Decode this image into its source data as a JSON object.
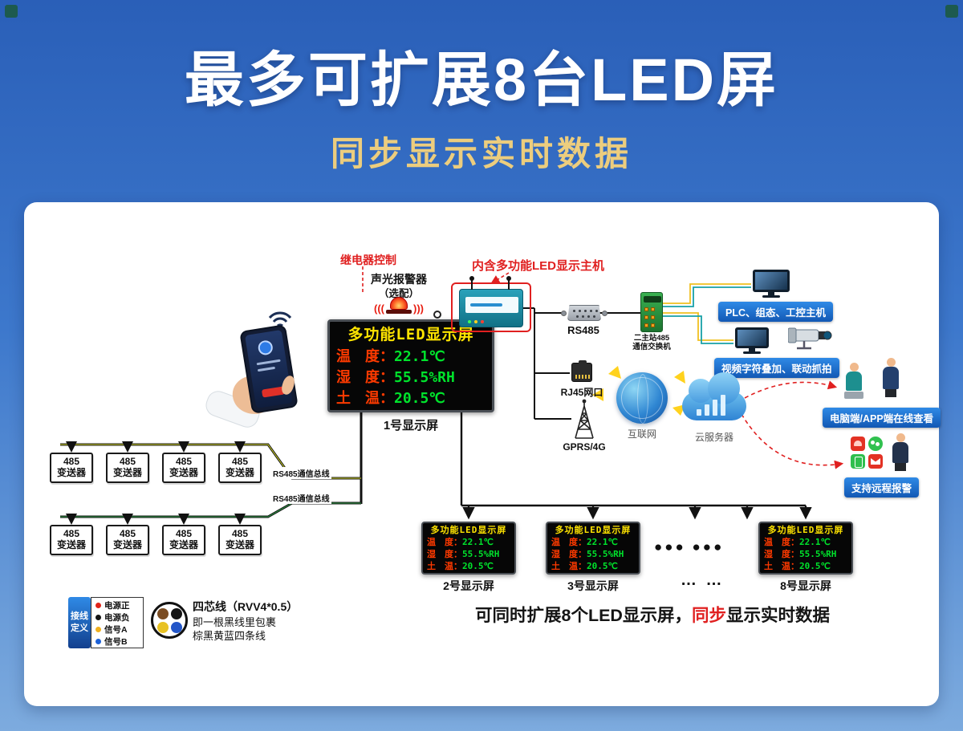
{
  "page": {
    "title": "最多可扩展8台LED屏",
    "subtitle": "同步显示实时数据",
    "accent_blue": "#1a6fd4",
    "accent_red": "#e02020",
    "led_green": "#00e32c",
    "led_red": "#ff3a00",
    "led_yellow": "#ffe400"
  },
  "led": {
    "title": "多功能LED显示屏",
    "rows": [
      {
        "label": "温　度：",
        "value": "22.1℃"
      },
      {
        "label": "湿　度：",
        "value": "55.5%RH"
      },
      {
        "label": "土　温：",
        "value": "20.5℃"
      }
    ]
  },
  "screens": {
    "s1": "1号显示屏",
    "s2": "2号显示屏",
    "s3": "3号显示屏",
    "s8": "8号显示屏",
    "dots_large": "●●●  ●●●",
    "dots_small": "… …"
  },
  "annotations": {
    "relay": "继电器控制",
    "alarm_line1": "声光报警器",
    "alarm_line2": "（选配）",
    "spark_l": "(((",
    "spark_r": ")))",
    "host": "内含多功能LED显示主机"
  },
  "network": {
    "rs485": "RS485",
    "rj45": "RJ45网口",
    "gprs": "GPRS/4G",
    "internet": "互联网",
    "cloud": "云服务器",
    "switch_line1": "二主站485",
    "switch_line2": "通信交换机"
  },
  "features": {
    "plc": "PLC、组态、工控主机",
    "video": "视频字符叠加、联动抓拍",
    "online": "电脑端/APP端在线查看",
    "remote": "支持远程报警"
  },
  "bus": {
    "transmitter_line1": "485",
    "transmitter_line2": "变送器",
    "bus_label1": "RS485通信总线",
    "bus_label2": "RS485通信总线"
  },
  "legend": {
    "title_line1": "接线",
    "title_line2": "定义",
    "items": [
      {
        "label": "电源正",
        "color": "#e02318"
      },
      {
        "label": "电源负",
        "color": "#141414"
      },
      {
        "label": "信号A",
        "color": "#f0b01e"
      },
      {
        "label": "信号B",
        "color": "#1d62d8"
      }
    ],
    "cable_colors": [
      "#7a4c22",
      "#151515",
      "#e8c224",
      "#2356c8"
    ],
    "cable_line1": "四芯线（RVV4*0.5）",
    "cable_line2": "即一根黑线里包裹",
    "cable_line3": "棕黑黄蓝四条线"
  },
  "footer": {
    "text1": "可同时扩展8个LED显示屏，",
    "highlight": "同步",
    "text2": "显示实时数据"
  }
}
